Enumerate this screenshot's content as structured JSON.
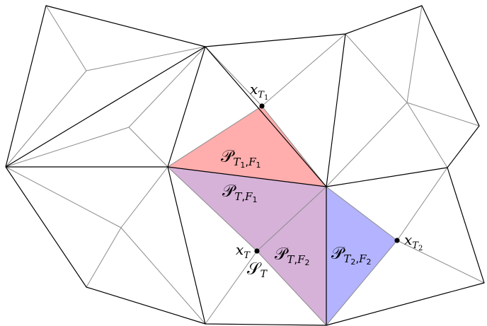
{
  "diagram": {
    "colors": {
      "primary_edge": "#000000",
      "secondary_edge": "#8c8c8c",
      "region_red": "#ffadad",
      "region_purple": "#d6b2d9",
      "region_blue": "#b3b3ff",
      "muted_label": "#9e9e9e",
      "point": "#000000"
    },
    "labels": {
      "x_T1": {
        "base": "x",
        "sub": "T",
        "subsub": "1"
      },
      "x_T": {
        "base": "x",
        "sub": "T"
      },
      "x_T2": {
        "base": "x",
        "sub": "T",
        "subsub": "2"
      },
      "S_T": {
        "base": "𝒮",
        "sub": "T"
      },
      "P_T1_F1": {
        "base": "𝒫",
        "sub1": "T",
        "sub1sub": "1",
        "sep": ",",
        "sub2": "F",
        "sub2sub": "1"
      },
      "P_T_F1": {
        "base": "𝒫",
        "sub1": "T",
        "sep": ",",
        "sub2": "F",
        "sub2sub": "1"
      },
      "P_T_F2": {
        "base": "𝒫",
        "sub1": "T",
        "sep": ",",
        "sub2": "F",
        "sub2sub": "2"
      },
      "P_T2_F2": {
        "base": "𝒫",
        "sub1": "T",
        "sub1sub": "2",
        "sep": ",",
        "sub2": "F",
        "sub2sub": "2"
      }
    }
  }
}
